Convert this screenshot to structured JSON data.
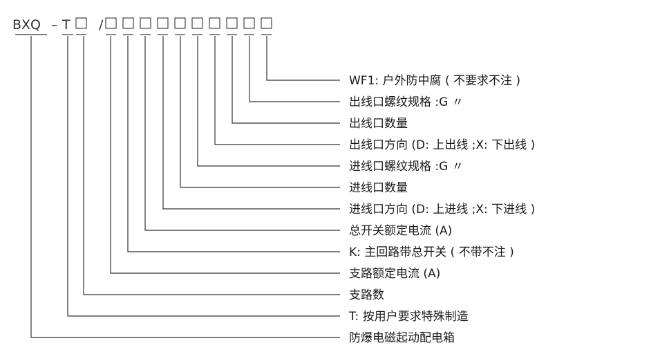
{
  "model_code": {
    "prefix": "BXQ",
    "dash": "–",
    "t_letter": "T",
    "slash": "/",
    "box_glyph": "□"
  },
  "legend": [
    "WF1: 户外防中腐 ( 不要求不注 )",
    "出线口螺纹规格 :G 〃",
    "出线口数量",
    "出线口方向 (D: 上出线 ;X: 下出线 )",
    "进线口螺纹规格 :G 〃",
    "进线口数量",
    "进线口方向 (D: 上进线 ;X: 下进线 )",
    "总开关额定电流 (A)",
    "K: 主回路带总开关 ( 不带不注 )",
    "支路额定电流 (A)",
    "支路数",
    "T: 按用户要求特殊制造",
    "防爆电磁起动配电箱"
  ]
}
